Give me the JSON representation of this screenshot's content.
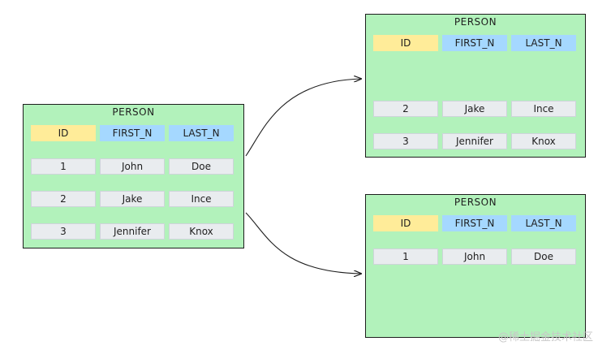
{
  "tables": [
    {
      "title": "PERSON",
      "headers": [
        "ID",
        "FIRST_N",
        "LAST_N"
      ],
      "rows": [
        [
          "1",
          "John",
          "Doe"
        ],
        [
          "2",
          "Jake",
          "Ince"
        ],
        [
          "3",
          "Jennifer",
          "Knox"
        ]
      ]
    },
    {
      "title": "PERSON",
      "headers": [
        "ID",
        "FIRST_N",
        "LAST_N"
      ],
      "rows": [
        [
          "2",
          "Jake",
          "Ince"
        ],
        [
          "3",
          "Jennifer",
          "Knox"
        ]
      ]
    },
    {
      "title": "PERSON",
      "headers": [
        "ID",
        "FIRST_N",
        "LAST_N"
      ],
      "rows": [
        [
          "1",
          "John",
          "Doe"
        ]
      ]
    }
  ],
  "colors": {
    "table_fill": "#b2f2bb",
    "id_header": "#ffec99",
    "column_header": "#a5d8ff",
    "value_cell": "#e9ecef"
  },
  "watermark": "@稀土掘金技术社区"
}
